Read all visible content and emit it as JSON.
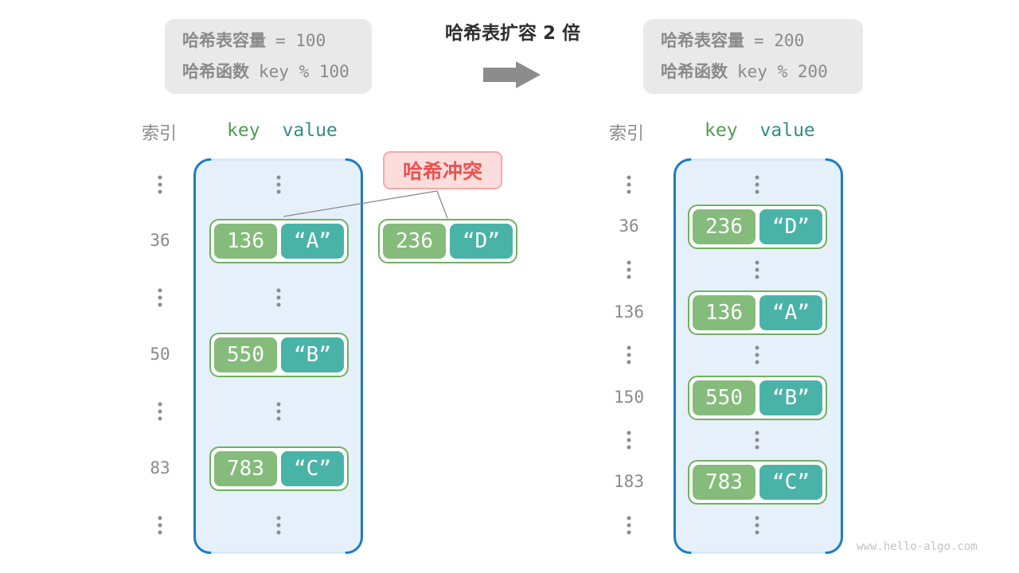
{
  "info_left": {
    "line1_label": "哈希表容量",
    "line1_value": "= 100",
    "line2_label": "哈希函数",
    "line2_value": "key % 100"
  },
  "info_right": {
    "line1_label": "哈希表容量",
    "line1_value": "= 200",
    "line2_label": "哈希函数",
    "line2_value": "key % 200"
  },
  "transform_title": "哈希表扩容 2 倍",
  "headers": {
    "index": "索引",
    "key": "key",
    "value": "value"
  },
  "collision_label": "哈希冲突",
  "external_pair": {
    "key": "236",
    "value": "“D”"
  },
  "left_table": {
    "capacity": "100",
    "rows": [
      {
        "type": "dots"
      },
      {
        "type": "pair",
        "index": "36",
        "key": "136",
        "value": "“A”"
      },
      {
        "type": "dots"
      },
      {
        "type": "pair",
        "index": "50",
        "key": "550",
        "value": "“B”"
      },
      {
        "type": "dots"
      },
      {
        "type": "pair",
        "index": "83",
        "key": "783",
        "value": "“C”"
      },
      {
        "type": "dots"
      }
    ]
  },
  "right_table": {
    "capacity": "200",
    "rows": [
      {
        "type": "dots"
      },
      {
        "type": "pair",
        "index": "36",
        "key": "236",
        "value": "“D”"
      },
      {
        "type": "dots"
      },
      {
        "type": "pair",
        "index": "136",
        "key": "136",
        "value": "“A”"
      },
      {
        "type": "dots"
      },
      {
        "type": "pair",
        "index": "150",
        "key": "550",
        "value": "“B”"
      },
      {
        "type": "dots"
      },
      {
        "type": "pair",
        "index": "183",
        "key": "783",
        "value": "“C”"
      },
      {
        "type": "dots"
      }
    ]
  },
  "watermark": "www.hello-algo.com",
  "colors": {
    "key_green": "#85bb7b",
    "value_teal": "#4ab3a8",
    "pair_border": "#6fb161",
    "table_border": "#1f7ac4",
    "table_fill": "#e5f0fa",
    "collision_text": "#ee5350",
    "collision_bg": "#fbdddd",
    "collision_border": "#f5a9a5",
    "info_box_bg": "#e9e9e9",
    "gray_text": "#8a8a8a",
    "arrow_gray": "#8c8c8c"
  }
}
